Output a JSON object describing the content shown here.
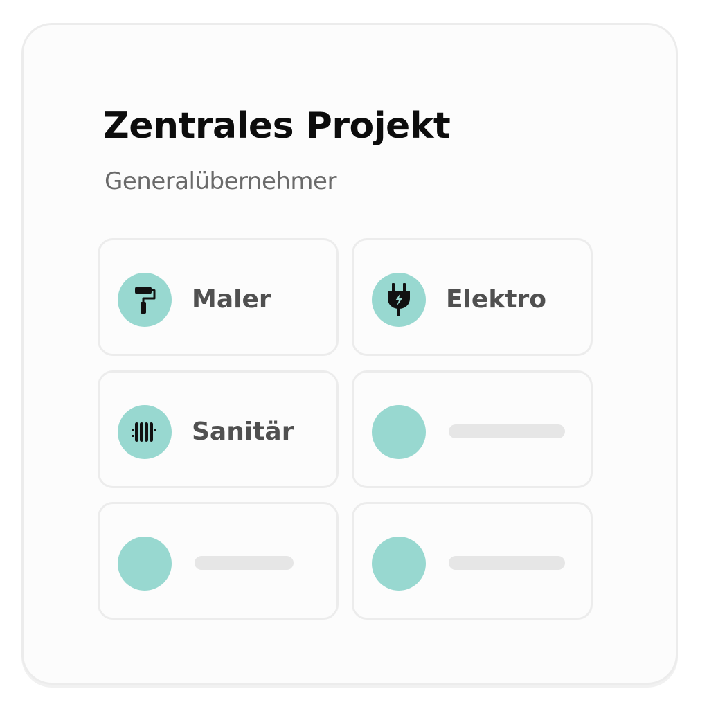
{
  "card": {
    "title": "Zentrales Projekt",
    "subtitle": "Generalübernehmer"
  },
  "trades": [
    {
      "label": "Maler",
      "icon": "paint-roller-icon"
    },
    {
      "label": "Elektro",
      "icon": "plug-icon"
    },
    {
      "label": "Sanitär",
      "icon": "radiator-icon"
    }
  ],
  "colors": {
    "accent": "#98d8d0",
    "title": "#0d0d0d",
    "subtitle": "#6a6a6a",
    "label": "#505050",
    "placeholder": "#e6e6e6",
    "border": "#ececec"
  }
}
